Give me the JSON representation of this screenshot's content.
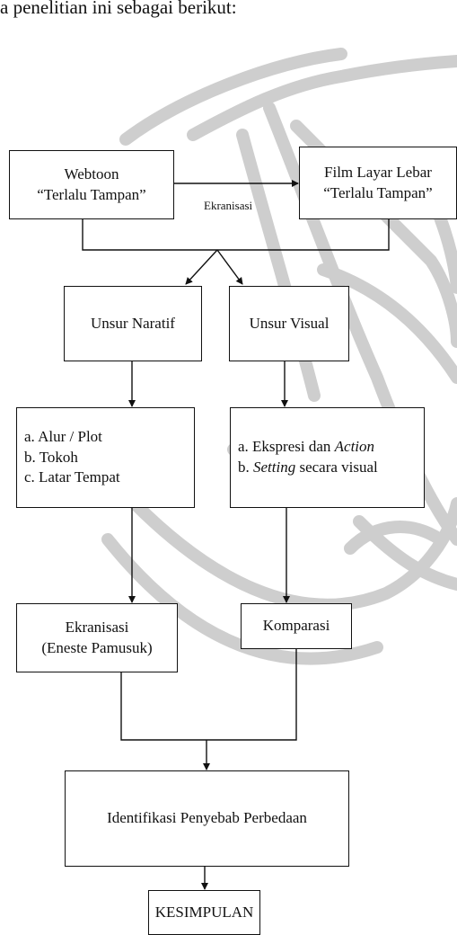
{
  "intro_text": "a penelitian ini sebagai berikut:",
  "watermark": {
    "icon": "university-seal-watermark-icon",
    "color": "#c4c4c4"
  },
  "nodes": {
    "webtoon": {
      "line1": "Webtoon",
      "line2": "“Terlalu Tampan”"
    },
    "film": {
      "line1": "Film Layar Lebar",
      "line2": "“Terlalu Tampan”"
    },
    "unsur_naratif": {
      "label": "Unsur Naratif"
    },
    "unsur_visual": {
      "label": "Unsur Visual"
    },
    "naratif_list": {
      "items": [
        "a.  Alur / Plot",
        "b.  Tokoh",
        "c.  Latar Tempat"
      ]
    },
    "visual_list": {
      "item1_prefix": "a.  Ekspresi dan ",
      "item1_em": "Action",
      "item2_prefix": "b. ",
      "item2_em": "Setting",
      "item2_suffix": " secara visual"
    },
    "ekranisasi": {
      "line1": "Ekranisasi",
      "line2": "(Eneste Pamusuk)"
    },
    "komparasi": {
      "label": "Komparasi"
    },
    "identifikasi": {
      "label": "Identifikasi Penyebab Perbedaan"
    },
    "kesimpulan": {
      "label": "KESIMPULAN"
    }
  },
  "edges": {
    "ekranisasi_label": "Ekranisasi"
  }
}
